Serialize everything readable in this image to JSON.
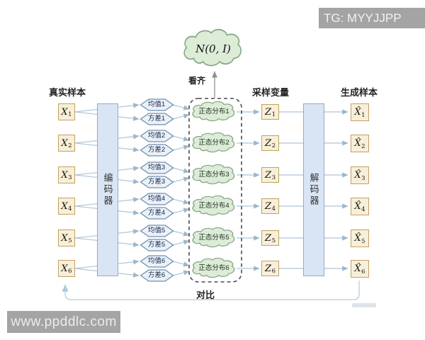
{
  "header": {
    "tg_watermark": "TG: MYYJJPP"
  },
  "footer": {
    "site_watermark": "www.ppddlc.com"
  },
  "diagram": {
    "prior_label": "N(0, I)",
    "align_label": "看齐",
    "compare_label": "对比",
    "column_labels": {
      "real": "真实样本",
      "sampled": "采样变量",
      "generated": "生成样本"
    },
    "encoder_label": "编码器",
    "decoder_label": "解码器",
    "rows": [
      {
        "x": {
          "sym": "X",
          "sub": "1"
        },
        "mean": "均值1",
        "variance": "方差1",
        "dist": "正态分布1",
        "z": {
          "sym": "Z",
          "sub": "1"
        },
        "xhat": {
          "sym": "X̂",
          "sub": "1"
        }
      },
      {
        "x": {
          "sym": "X",
          "sub": "2"
        },
        "mean": "均值2",
        "variance": "方差2",
        "dist": "正态分布2",
        "z": {
          "sym": "Z",
          "sub": "2"
        },
        "xhat": {
          "sym": "X̂",
          "sub": "2"
        }
      },
      {
        "x": {
          "sym": "X",
          "sub": "3"
        },
        "mean": "均值3",
        "variance": "方差3",
        "dist": "正态分布3",
        "z": {
          "sym": "Z",
          "sub": "3"
        },
        "xhat": {
          "sym": "X̂",
          "sub": "3"
        }
      },
      {
        "x": {
          "sym": "X",
          "sub": "4"
        },
        "mean": "均值4",
        "variance": "方差4",
        "dist": "正态分布4",
        "z": {
          "sym": "Z",
          "sub": "4"
        },
        "xhat": {
          "sym": "X̂",
          "sub": "4"
        }
      },
      {
        "x": {
          "sym": "X",
          "sub": "5"
        },
        "mean": "均值5",
        "variance": "方差5",
        "dist": "正态分布5",
        "z": {
          "sym": "Z",
          "sub": "5"
        },
        "xhat": {
          "sym": "X̂",
          "sub": "5"
        }
      },
      {
        "x": {
          "sym": "X",
          "sub": "6"
        },
        "mean": "均值6",
        "variance": "方差6",
        "dist": "正态分布6",
        "z": {
          "sym": "Z",
          "sub": "6"
        },
        "xhat": {
          "sym": "X̂",
          "sub": "6"
        }
      }
    ]
  },
  "colors": {
    "sample_box_fill": "#f8efd8",
    "sample_box_border": "#c2a164",
    "coder_fill": "#d9e5f4",
    "coder_border": "#96a9c4",
    "hex_fill": "#eaf1f9",
    "hex_border": "#6e90b4",
    "cloud_fill": "#dcecd7",
    "cloud_border": "#86a886",
    "connector": "#b0c4d4",
    "arrowhead": "#9cb7ca",
    "prior_arrow": "#909090",
    "dashed_box": "#4d4d4d",
    "compare_bracket": "#bdd5e1",
    "watermark_bg": "#a4a4a4"
  }
}
